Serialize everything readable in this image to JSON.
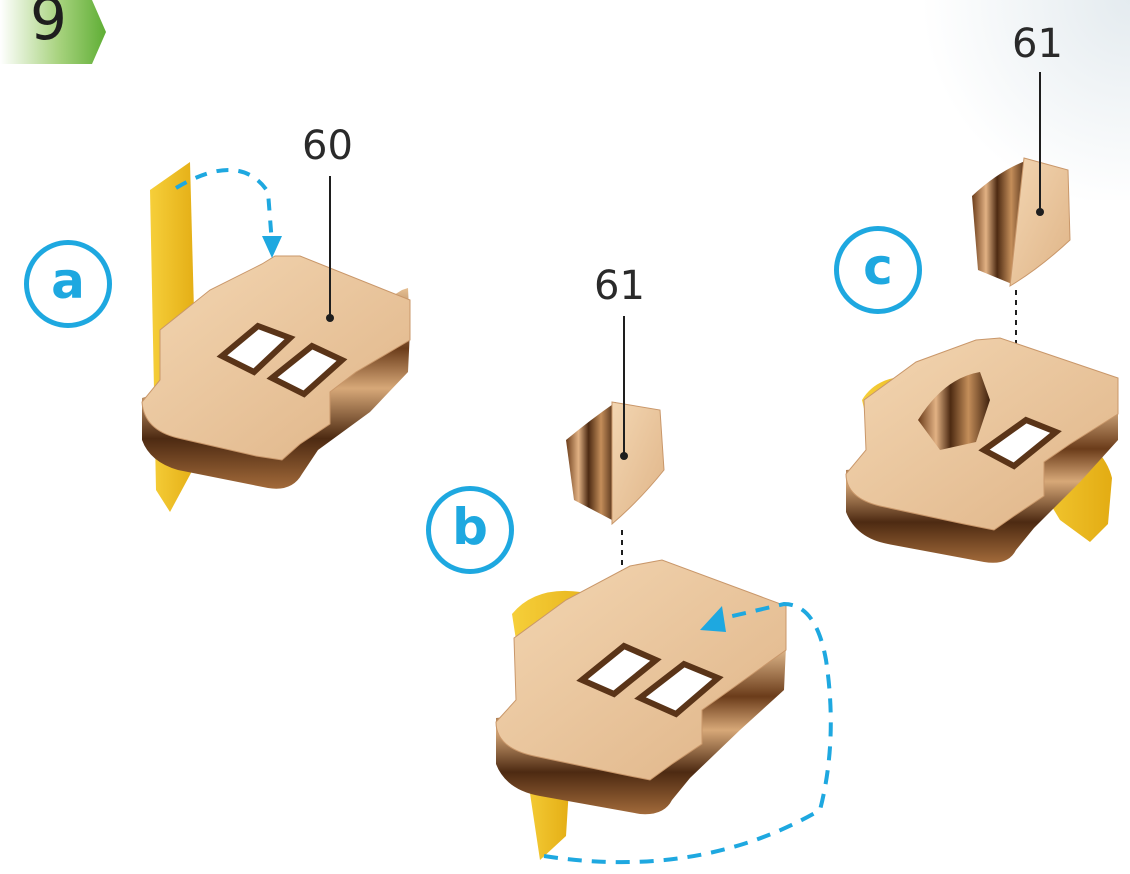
{
  "step": {
    "number": "9"
  },
  "panels": [
    {
      "id": "a",
      "letter": "a",
      "part_label": "60"
    },
    {
      "id": "b",
      "letter": "b",
      "part_label": "61"
    },
    {
      "id": "c",
      "letter": "c",
      "part_label": "61"
    }
  ],
  "colors": {
    "badge_green": "#6db33f",
    "accent_blue": "#1ea8e0",
    "wood_light": "#e8c39a",
    "wood_dark": "#5a3418",
    "felt_yellow": "#f2c12e"
  }
}
